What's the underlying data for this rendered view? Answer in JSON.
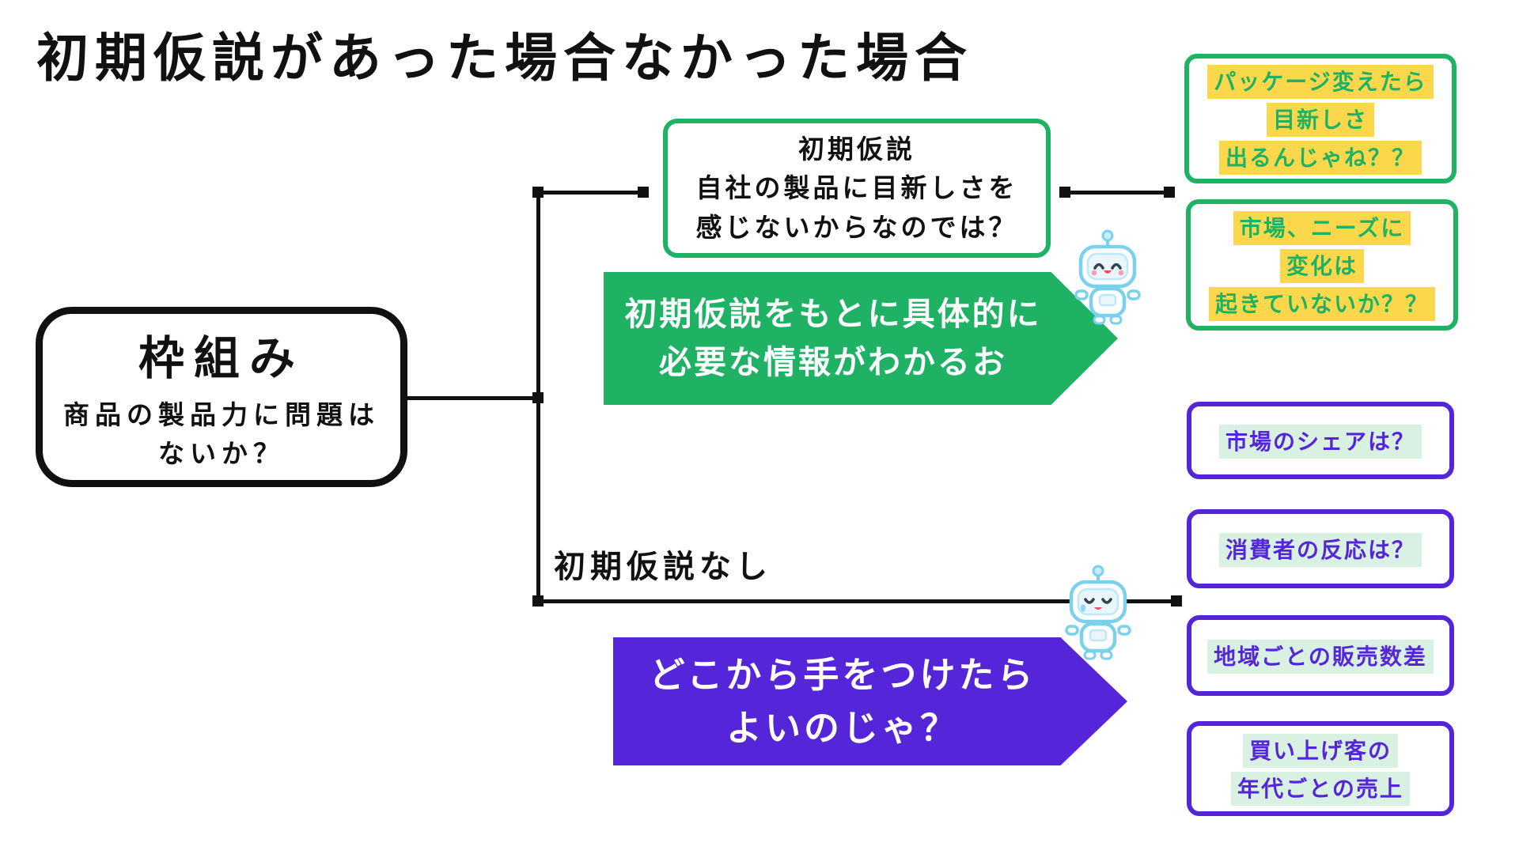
{
  "title": "初期仮説があった場合なかった場合",
  "framework_box": {
    "heading": "枠組み",
    "sub_line1": "商品の製品力に問題は",
    "sub_line2": "ないか？"
  },
  "hypothesis_box": {
    "line1": "初期仮説",
    "line2": "自社の製品に目新しさを",
    "line3": "感じないからなのでは？"
  },
  "hypothesis_banner": {
    "line1": "初期仮説をもとに具体的に",
    "line2": "必要な情報がわかるお"
  },
  "no_hypothesis_label": "初期仮説なし",
  "no_hypothesis_banner": {
    "line1": "どこから手をつけたら",
    "line2": "よいのじゃ？"
  },
  "idea_notes": {
    "note1": {
      "line1": "パッケージ変えたら",
      "line2": "目新しさ",
      "line3": "出るんじゃね？？"
    },
    "note2": {
      "line1": "市場、ニーズに",
      "line2": "変化は",
      "line3": "起きていないか？？"
    }
  },
  "question_notes": {
    "note1": {
      "line1": "市場のシェアは？"
    },
    "note2": {
      "line1": "消費者の反応は？"
    },
    "note3": {
      "line1": "地域ごとの販売数差"
    },
    "note4": {
      "line1": "買い上げ客の",
      "line2": "年代ごとの売上"
    }
  },
  "icons": {
    "happy_robot": "happy-robot-icon",
    "sad_robot": "sad-robot-icon"
  },
  "colors": {
    "green": "#1fb264",
    "purple": "#5526d9",
    "yellow_highlight": "#fbd84b",
    "mint_highlight": "#d8f1e2",
    "connector": "#111111",
    "background": "#ffffff"
  }
}
